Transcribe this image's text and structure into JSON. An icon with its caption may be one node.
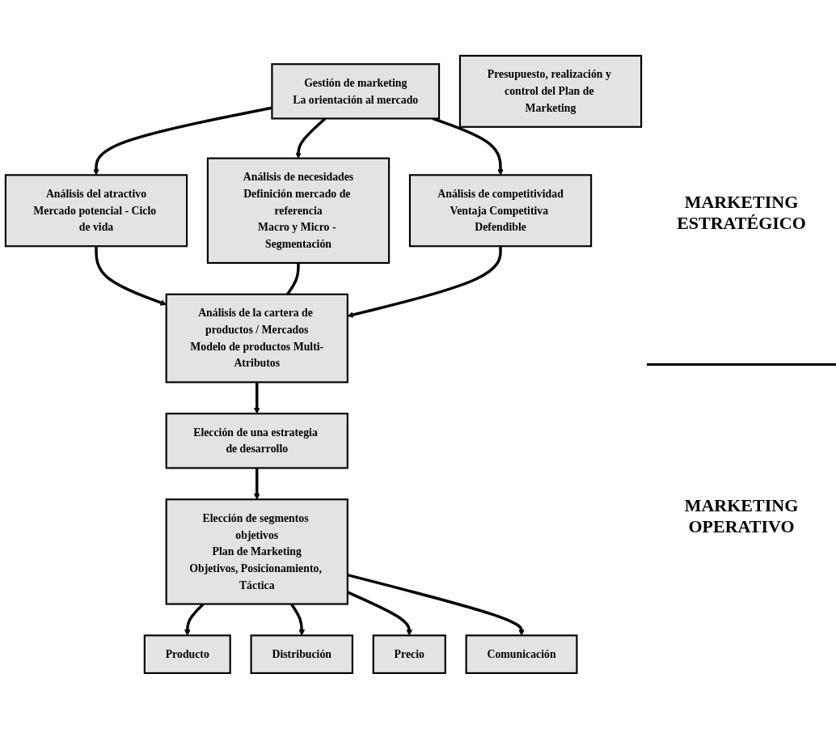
{
  "diagram": {
    "nodes": [
      {
        "text": [
          "Gestión de marketing",
          "La orientación al mercado"
        ]
      },
      {
        "text": [
          "Análisis del atractivo",
          "Mercado potencial - Ciclo de vida"
        ]
      },
      {
        "text": [
          "Análisis de necesidades",
          "Definición mercado de referencia",
          "Macro y Micro - Segmentación"
        ]
      },
      {
        "text": [
          "Análisis de competitividad",
          "Ventaja Competitiva Defendible"
        ]
      },
      {
        "text": [
          "Análisis de la cartera de productos / Mercados",
          "Modelo de productos Multi-Atributos"
        ]
      },
      {
        "text": [
          "Elección de una estrategia de desarrollo"
        ]
      },
      {
        "text": [
          "Elección de segmentos objetivos",
          "Plan de Marketing",
          "Objetivos, Posicionamiento, Táctica"
        ]
      },
      {
        "text": [
          "Producto"
        ]
      },
      {
        "text": [
          "Distribución"
        ]
      },
      {
        "text": [
          "Precio"
        ]
      },
      {
        "text": [
          "Comunicación"
        ]
      },
      {
        "text": [
          "Presupuesto, realización y control del Plan de Marketing"
        ]
      }
    ],
    "edges": [
      {
        "from": 0,
        "to": 1,
        "arrow": "to"
      },
      {
        "from": 0,
        "to": 2,
        "arrow": "to"
      },
      {
        "from": 0,
        "to": 3,
        "arrow": "to"
      },
      {
        "from": 1,
        "to": 4,
        "arrow": "to"
      },
      {
        "from": 2,
        "to": 4,
        "arrow": "none"
      },
      {
        "from": 3,
        "to": 4,
        "arrow": "to"
      },
      {
        "from": 4,
        "to": 5,
        "arrow": "to"
      },
      {
        "from": 5,
        "to": 6,
        "arrow": "to"
      },
      {
        "from": 6,
        "to": 7,
        "arrow": "to"
      },
      {
        "from": 6,
        "to": 8,
        "arrow": "to"
      },
      {
        "from": 6,
        "to": 9,
        "arrow": "to"
      },
      {
        "from": 6,
        "to": 10,
        "arrow": "to"
      }
    ],
    "labels": [
      "MARKETING ESTRATÉGICO",
      "MARKETING OPERATIVO"
    ]
  }
}
